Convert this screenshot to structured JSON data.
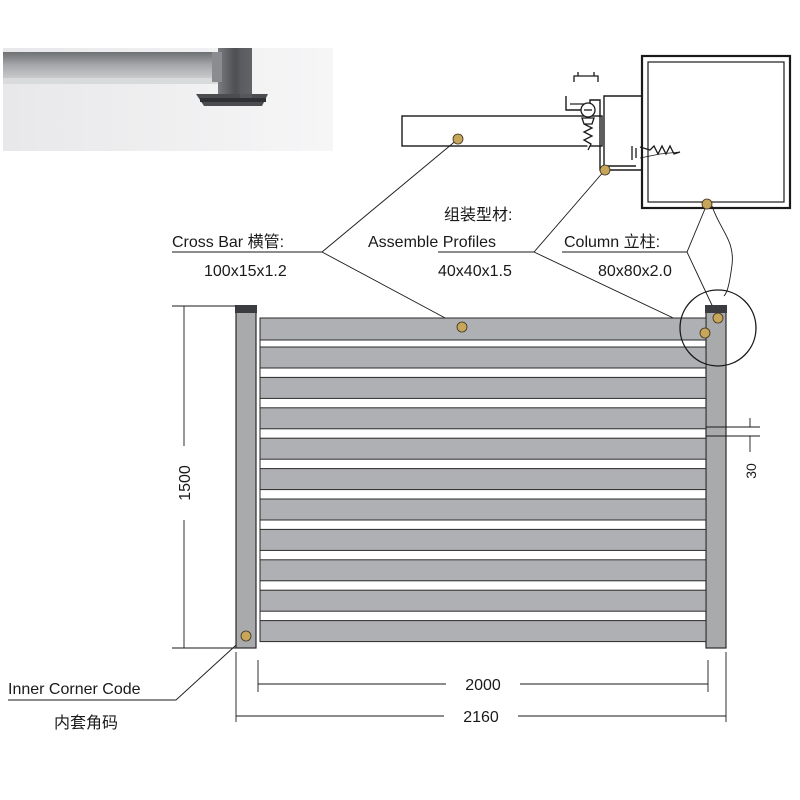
{
  "labels": {
    "cross_bar": {
      "name": "Cross Bar 横管:",
      "spec": "100x15x1.2"
    },
    "assemble_profiles": {
      "name_cn": "组装型材:",
      "name_en": "Assemble Profiles",
      "spec": "40x40x1.5"
    },
    "column": {
      "name": "Column 立柱:",
      "spec": "80x80x2.0"
    },
    "inner_corner_code": {
      "name_en": "Inner Corner Code",
      "name_cn": "内套角码"
    }
  },
  "dimensions": {
    "height": "1500",
    "inner_width": "2000",
    "overall_width": "2160",
    "slat_gap": "30"
  },
  "colors": {
    "frame": "#a9aaac",
    "slat": "#aeb0b3",
    "marker": "#c8a659",
    "outline": "#2a2a2a",
    "photo_bg": "#eaeaec"
  }
}
